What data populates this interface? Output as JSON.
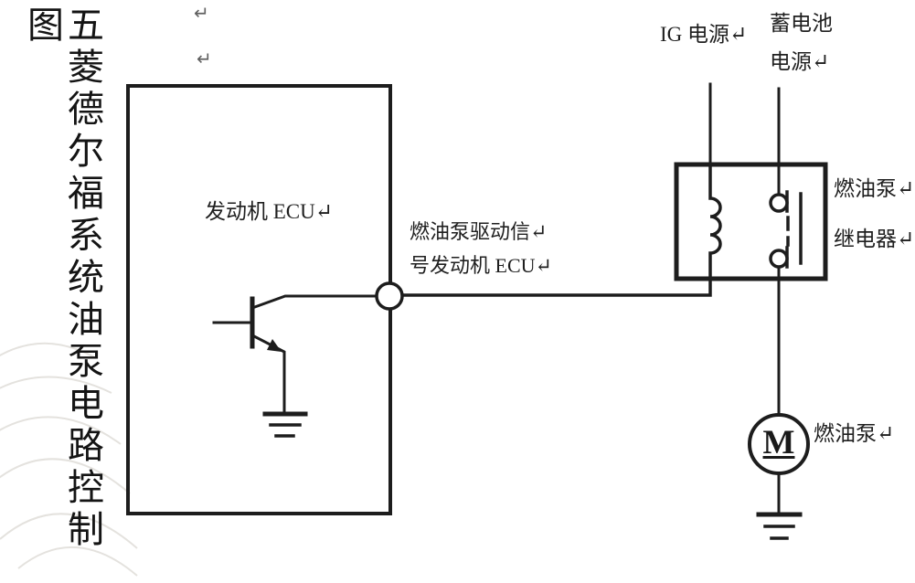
{
  "diagram_title": "五菱德尔福系统油泵电路控制图",
  "power": {
    "ig_label": "IG 电源↵",
    "battery_label_line1": "蓄电池",
    "battery_label_line2": "电源↵"
  },
  "ecu": {
    "label": "发动机 ECU↵",
    "signal_label_line1": "燃油泵驱动信↵",
    "signal_label_line2": "号发动机 ECU↵"
  },
  "relay": {
    "label_line1": "燃油泵↵",
    "label_line2": "继电器↵"
  },
  "pump": {
    "label": "燃油泵↵",
    "motor_letter": "M"
  },
  "marks": {
    "paragraph_return_1": "↵",
    "paragraph_return_2": "↵"
  },
  "colors": {
    "ink": "#1d1d1d",
    "mark_gray": "#606060",
    "watermark": "#e4e2de"
  }
}
